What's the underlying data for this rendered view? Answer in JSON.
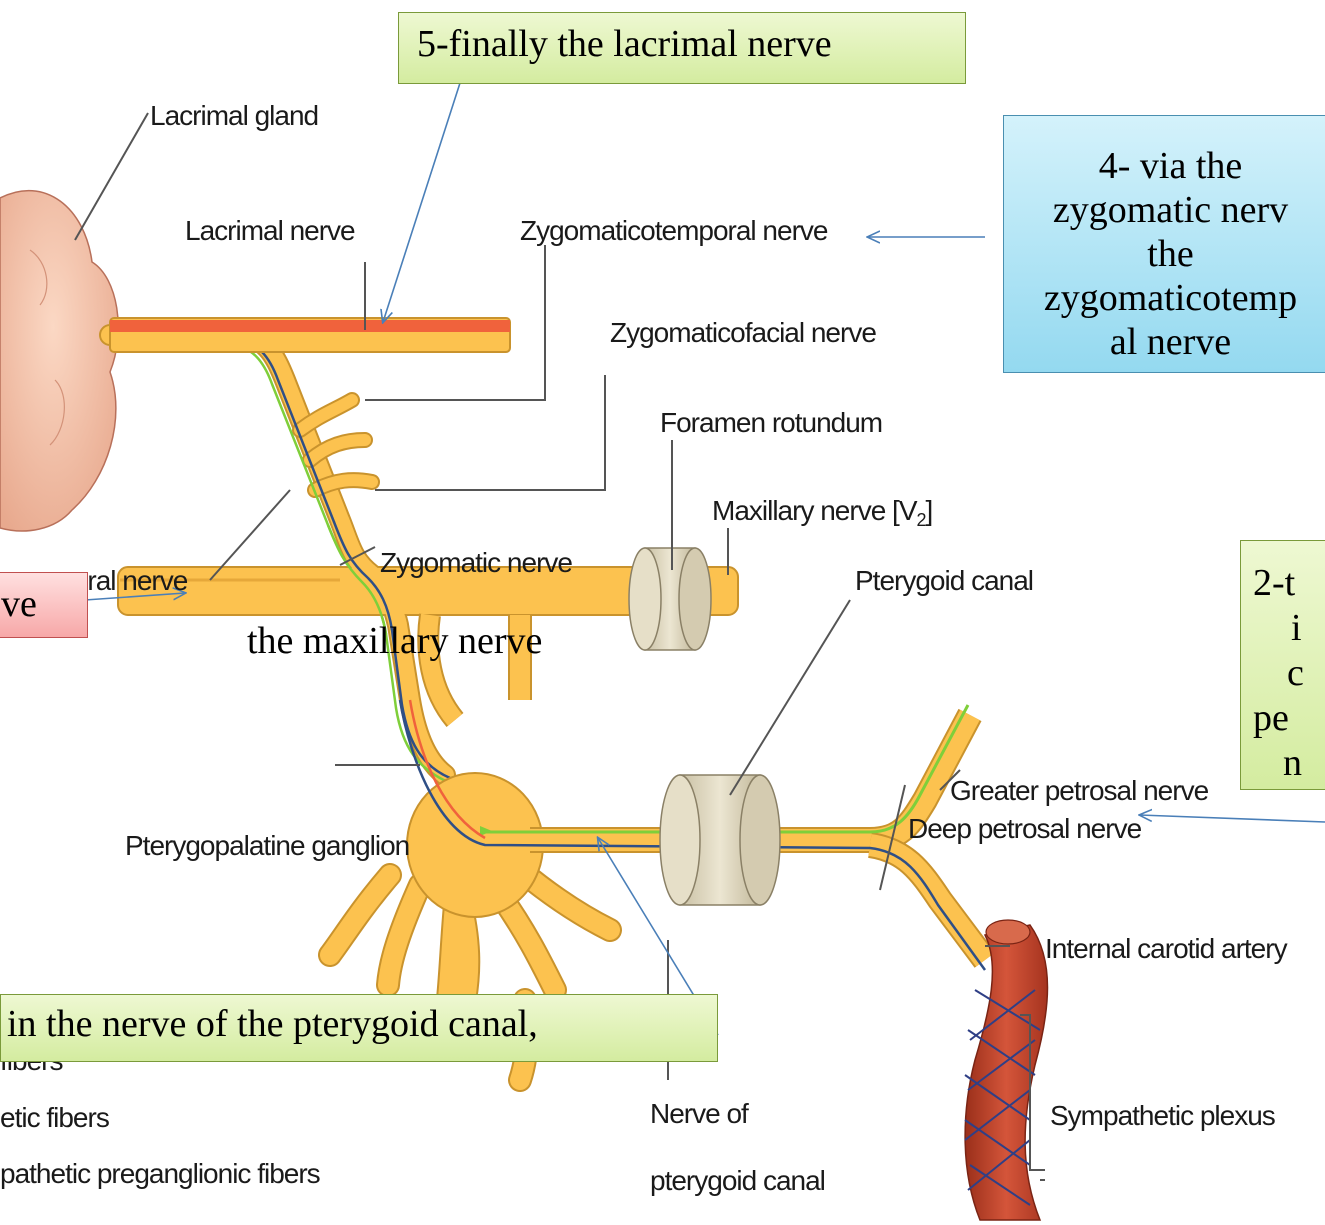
{
  "callouts": {
    "step5": "5-finally the lacrimal nerve",
    "step4": [
      "4- via the",
      "zygomatic nerv",
      "the",
      "zygomaticotemp",
      "al nerve"
    ],
    "step2": [
      "2-t",
      "i",
      "c",
      "pe",
      "n"
    ],
    "step3": "in the nerve of the pterygoid canal,",
    "step1": "ve"
  },
  "overlay_text": {
    "maxillary": "the maxillary nerve"
  },
  "labels": {
    "lacrimal_gland": "Lacrimal gland",
    "lacrimal_nerve": "Lacrimal nerve",
    "zygomaticotemporal_nerve": "Zygomaticotemporal nerve",
    "zygomaticofacial_nerve": "Zygomaticofacial nerve",
    "foramen_rotundum": "Foramen rotundum",
    "maxillary_nerve": "Maxillary nerve [V",
    "maxillary_nerve_sub": "2",
    "maxillary_nerve_end": "]",
    "zygomatic_nerve": "Zygomatic nerve",
    "otemporal_nerve": "otemporal nerve",
    "pterygoid_canal": "Pterygoid canal",
    "greater_petrosal_nerve": "Greater petrosal nerve",
    "deep_petrosal_nerve": "Deep petrosal nerve",
    "pterygopalatine_ganglion": "Pterygopalatine ganglion",
    "internal_carotid_artery": "Internal carotid artery",
    "sympathetic_plexus": "Sympathetic plexus",
    "nerve_of_pterygoid_canal_1": "Nerve of",
    "nerve_of_pterygoid_canal_2": "pterygoid canal"
  },
  "legend": {
    "line1": "fibers",
    "line2": "etic fibers",
    "line3": "pathetic preganglionic fibers"
  },
  "colors": {
    "nerve_fill": "#fcc24f",
    "nerve_stroke": "#c9932d",
    "lacrimal_red": "#f0623c",
    "parasym_green": "#7fcf3a",
    "sympathetic_blue": "#2f4f86",
    "artery": "#c0442b",
    "cylinder": "#ddd5bd",
    "arrow": "#4a7fb8"
  }
}
